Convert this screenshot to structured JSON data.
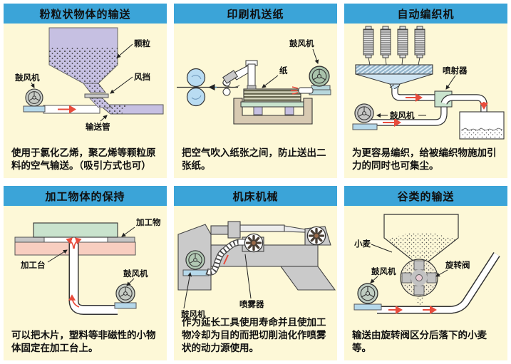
{
  "colors": {
    "header_blue": "#3BA4D8",
    "panel_bg": "#FDF8D7",
    "flow_red": "#E84C3C",
    "lavender": "#C6C0E2",
    "light_blue": "#B9DCF2",
    "base_blue": "#B5D8EA",
    "green": "#C9E3CD",
    "pink": "#F8CEC0",
    "tan": "#D8CAB2",
    "machine_gray": "#CACACA"
  },
  "panels": [
    {
      "title": "粉粒状物体的输送",
      "caption": "使用于氯化乙烯，聚乙烯等颗粒原料的空气输送。（吸引方式也可）",
      "labels": {
        "granules": "颗粒",
        "damper": "风挡",
        "blower": "鼓风机",
        "pipe": "输送管"
      }
    },
    {
      "title": "印刷机送纸",
      "caption": "把空气吹入纸张之间，防止送出二张纸。",
      "labels": {
        "blower": "鼓风机",
        "paper": "纸"
      }
    },
    {
      "title": "自动编织机",
      "caption": "为更容易编织，给被编织物施加引力的同时也可集尘。",
      "labels": {
        "ejector": "喷射器",
        "blower": "鼓风机"
      }
    },
    {
      "title": "加工物体的保持",
      "caption": "可以把木片，塑料等非磁性的小物体固定在加工台上。",
      "labels": {
        "workpiece": "加工物",
        "table": "加工台",
        "blower": "鼓风机"
      }
    },
    {
      "title": "机床机械",
      "caption": "作为延长工具使用寿命并且使加工物冷却为目的而把切削油化作喷雾状的动力源使用。",
      "labels": {
        "sprayer": "喷雾器",
        "blower": "鼓风机"
      }
    },
    {
      "title": "谷类的输送",
      "caption": "输送由旋转阀区分后落下的小麦等。",
      "labels": {
        "wheat": "小麦",
        "blower": "鼓风机",
        "valve": "旋转阀"
      }
    }
  ]
}
